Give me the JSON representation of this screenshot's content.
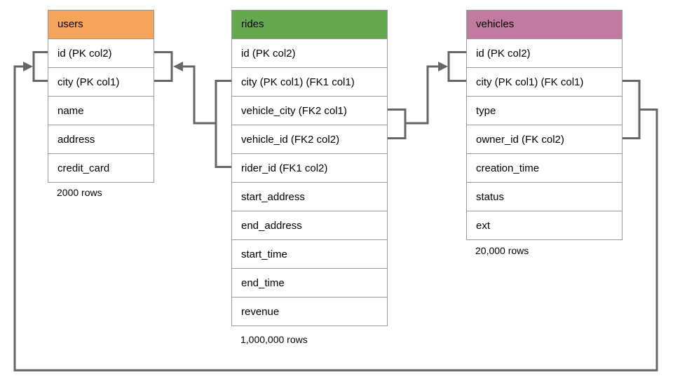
{
  "tables": [
    {
      "name": "users",
      "header_color": "#F6A45C",
      "columns": [
        "id (PK col2)",
        "city (PK col1)",
        "name",
        "address",
        "credit_card"
      ],
      "row_count": "2000 rows"
    },
    {
      "name": "rides",
      "header_color": "#65A850",
      "columns": [
        "id (PK col2)",
        "city (PK col1) (FK1 col1)",
        "vehicle_city (FK2 col1)",
        "vehicle_id (FK2 col2)",
        "rider_id (FK1 col2)",
        "start_address",
        "end_address",
        "start_time",
        "end_time",
        "revenue"
      ],
      "row_count": "1,000,000 rows"
    },
    {
      "name": "vehicles",
      "header_color": "#C27BA0",
      "columns": [
        "id (PK col2)",
        "city (PK col1) (FK col1)",
        "type",
        "owner_id (FK col2)",
        "creation_time",
        "status",
        "ext"
      ],
      "row_count": "20,000 rows"
    }
  ],
  "relationships": [
    {
      "from_table": "rides",
      "from_columns": [
        "city",
        "rider_id"
      ],
      "to_table": "users",
      "to_columns": [
        "id",
        "city"
      ],
      "label": "FK1"
    },
    {
      "from_table": "rides",
      "from_columns": [
        "vehicle_city",
        "vehicle_id"
      ],
      "to_table": "vehicles",
      "to_columns": [
        "id",
        "city"
      ],
      "label": "FK2"
    },
    {
      "from_table": "vehicles",
      "from_columns": [
        "city",
        "owner_id"
      ],
      "to_table": "users",
      "to_columns": [
        "id",
        "city"
      ],
      "label": "FK"
    }
  ],
  "colors": {
    "connector": "#666666",
    "border": "#999999",
    "users_header": "#F6A45C",
    "rides_header": "#65A850",
    "vehicles_header": "#C27BA0"
  }
}
